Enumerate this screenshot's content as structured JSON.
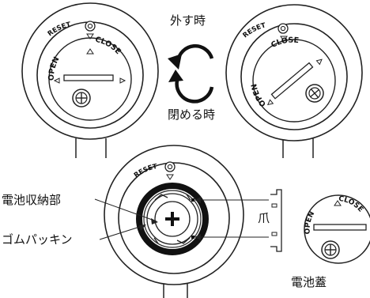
{
  "top_left": {
    "reset": "RESET",
    "open": "OPEN",
    "close": "CLOSE"
  },
  "top_right": {
    "reset": "RESET",
    "open": "OPEN",
    "close": "CLOSE"
  },
  "rotation": {
    "remove_label": "外す時",
    "close_label": "閉める時"
  },
  "bottom": {
    "reset": "RESET",
    "callouts": {
      "battery_compartment": "電池収納部",
      "rubber_gasket": "ゴムパッキン",
      "claw": "爪",
      "battery_cover": "電池蓋"
    },
    "cover": {
      "open": "OPEN",
      "close": "CLOSE"
    }
  }
}
